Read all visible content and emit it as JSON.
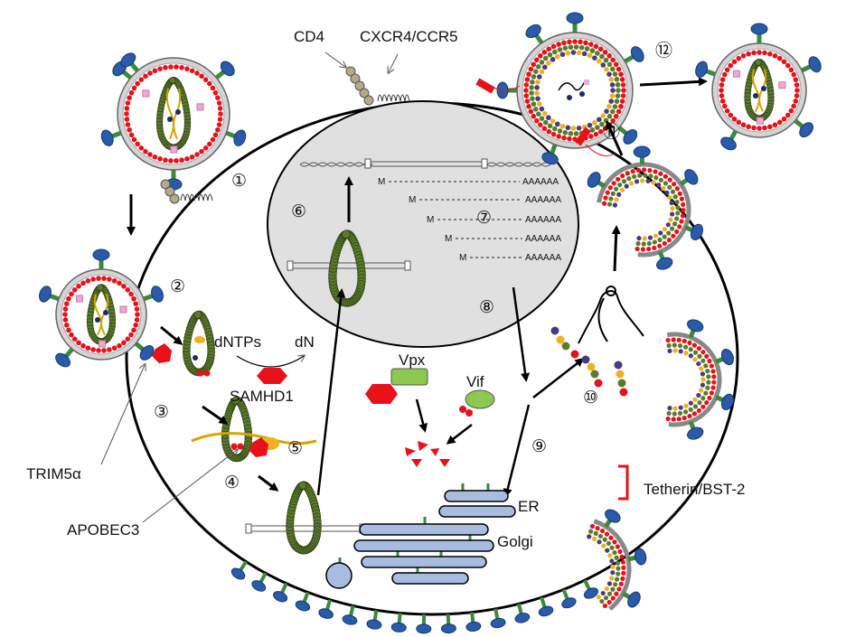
{
  "receptors": {
    "cd4": "CD4",
    "coreceptor": "CXCR4/CCR5"
  },
  "steps": [
    "①",
    "②",
    "③",
    "④",
    "⑤",
    "⑥",
    "⑦",
    "⑧",
    "⑨",
    "⑩",
    "⑪",
    "⑫"
  ],
  "factors": {
    "dntps": "dNTPs",
    "dn": "dN",
    "samhd1": "SAMHD1",
    "vpx": "Vpx",
    "vif": "Vif",
    "trim5a": "TRIM5α",
    "apobec3": "APOBEC3",
    "tetherin": "Tetherin/BST-2",
    "er": "ER",
    "golgi": "Golgi"
  },
  "transcripts": {
    "cap": "M",
    "tail": "AAAAAA"
  },
  "colors": {
    "capsid": "#5a7a2c",
    "matrix": "#e8111a",
    "envelope": "#9e9e9e",
    "glycoprotein": "#2a5aa8",
    "stalk": "#3a8a3a",
    "restriction": "#e8111a",
    "vpx": "#8cc850",
    "golgi": "#a8bce0",
    "nucleus": "#e0e0e0"
  }
}
